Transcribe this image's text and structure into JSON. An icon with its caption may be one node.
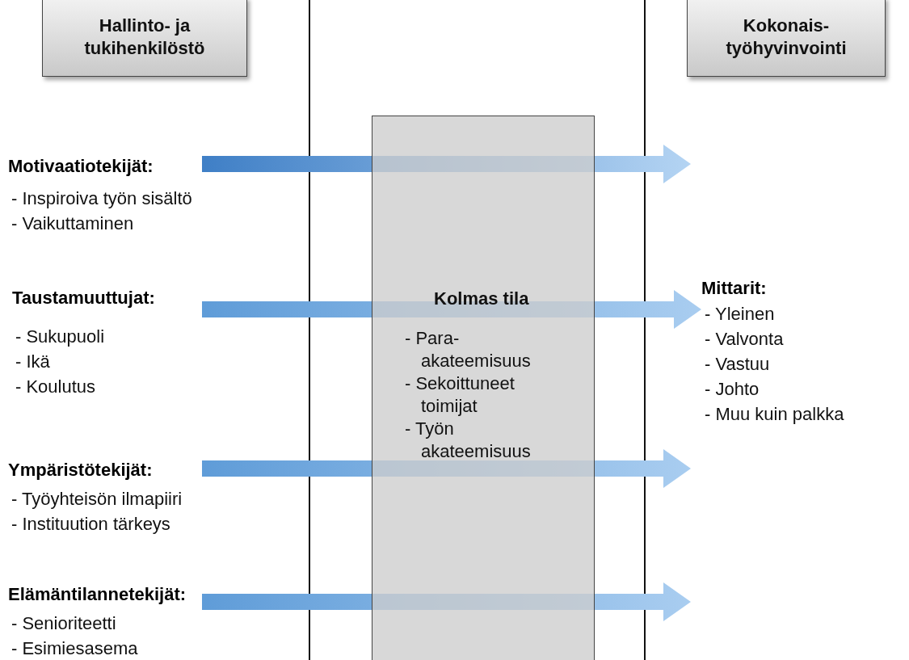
{
  "diagram": {
    "nodes": [
      {
        "text": [
          "Hallinto- ja tukihenkilöstö"
        ]
      },
      {
        "text": [
          "Kokonais- työhyvinvointi"
        ]
      },
      {
        "text": [
          "Kolmas tila",
          "- Para- akateemisuus",
          "- Sekoittuneet toimijat",
          "- Työn akateemisuus"
        ]
      },
      {
        "text": [
          "Motivaatiotekijät:",
          "- Inspiroiva työn sisältö",
          "- Vaikuttaminen"
        ]
      },
      {
        "text": [
          "Taustamuuttujat:",
          "- Sukupuoli",
          "- Ikä",
          "- Koulutus"
        ]
      },
      {
        "text": [
          "Ympäristötekijät:",
          "- Työyhteisön ilmapiiri",
          "- Instituution tärkeys"
        ]
      },
      {
        "text": [
          "Elämäntilannetekijät:",
          "- Senioriteetti",
          "- Esimiesasema"
        ]
      },
      {
        "text": [
          "Mittarit:",
          "- Yleinen",
          "- Valvonta",
          "- Vastuu",
          "- Johto",
          "- Muu kuin palkka"
        ]
      }
    ],
    "edges": [
      {
        "from": 3,
        "to": null,
        "arrow": "to"
      },
      {
        "from": 4,
        "to": 7,
        "arrow": "to"
      },
      {
        "from": 5,
        "to": null,
        "arrow": "to"
      },
      {
        "from": 6,
        "to": null,
        "arrow": "to"
      }
    ]
  }
}
